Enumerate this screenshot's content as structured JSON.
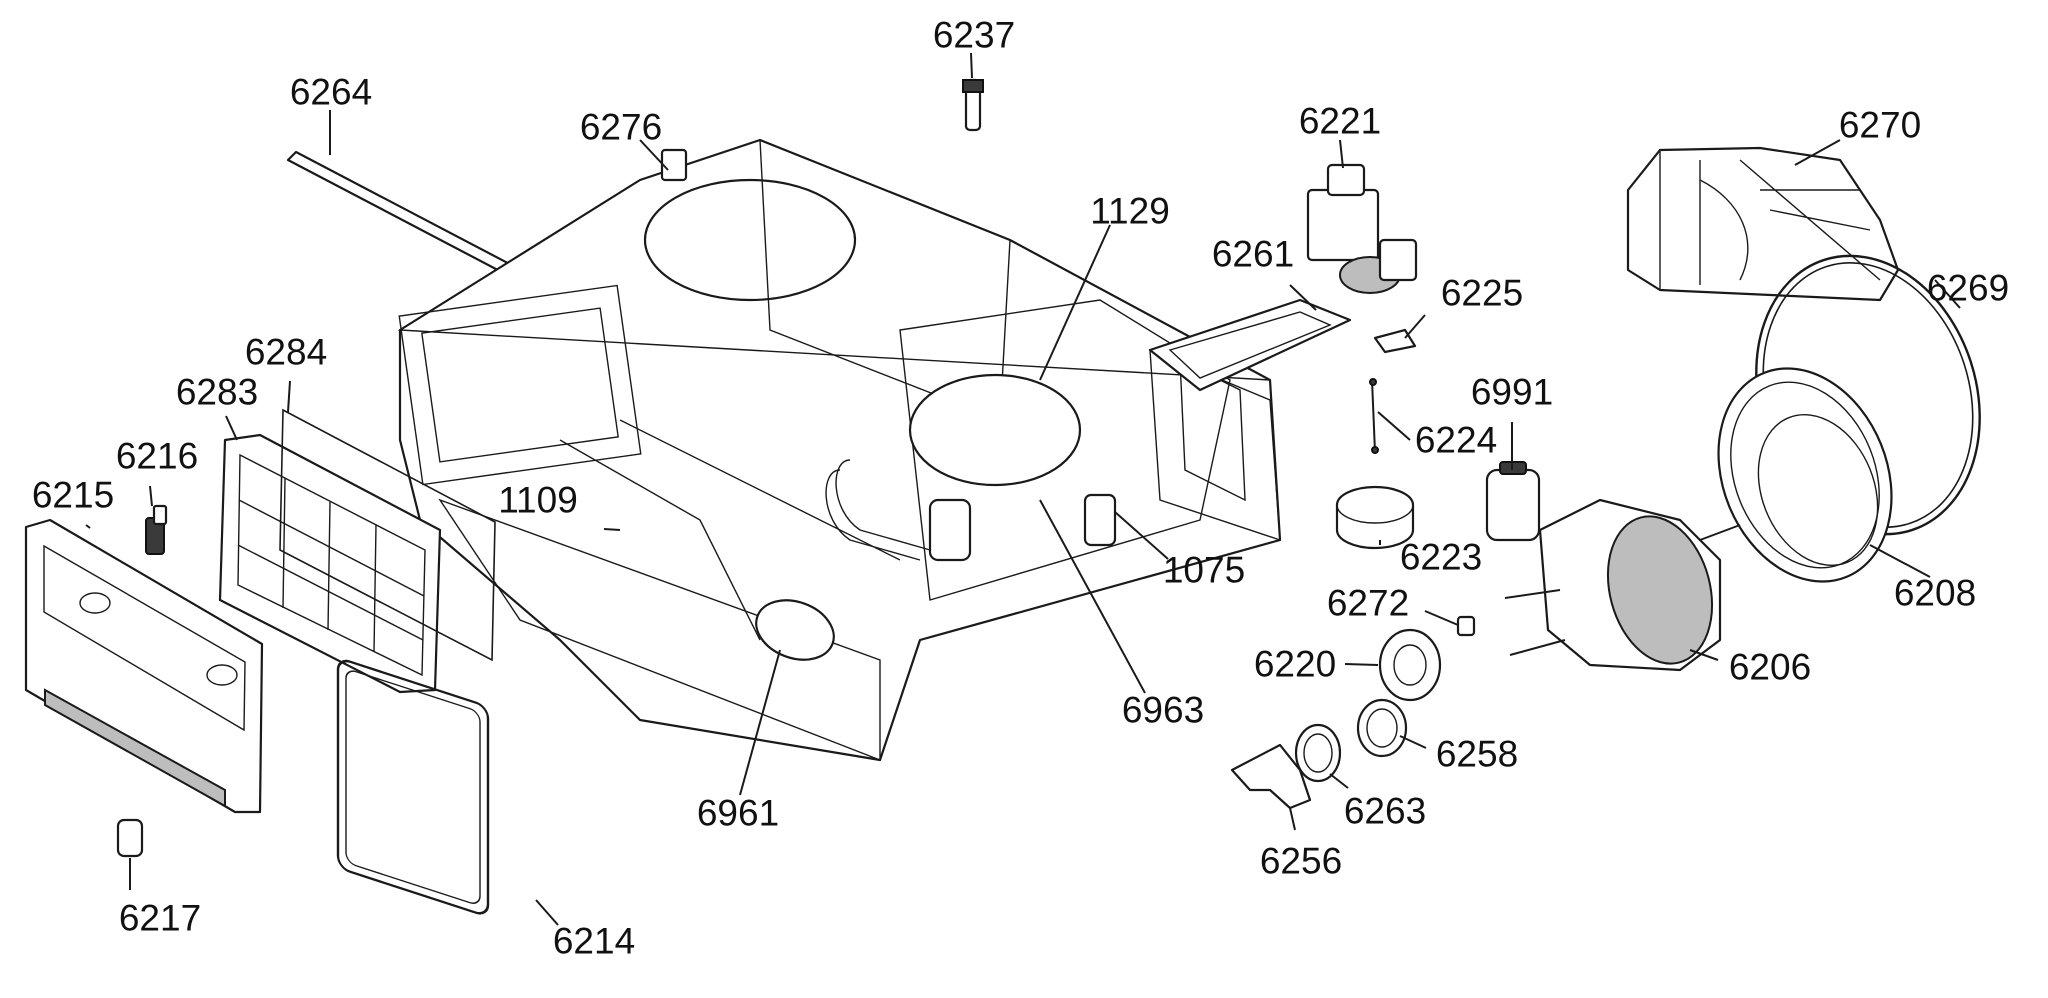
{
  "callouts": {
    "p6237": "6237",
    "p6264": "6264",
    "p6276": "6276",
    "p6221": "6221",
    "p6270": "6270",
    "p1129": "1129",
    "p6261": "6261",
    "p6225": "6225",
    "p6269": "6269",
    "p6284": "6284",
    "p6283": "6283",
    "p6991": "6991",
    "p6216": "6216",
    "p6224": "6224",
    "p6215": "6215",
    "p1109": "1109",
    "p6223": "6223",
    "p1075": "1075",
    "p6208": "6208",
    "p6272": "6272",
    "p6220": "6220",
    "p6206": "6206",
    "p6963": "6963",
    "p6258": "6258",
    "p6961": "6961",
    "p6263": "6263",
    "p6256": "6256",
    "p6217": "6217",
    "p6214": "6214"
  }
}
